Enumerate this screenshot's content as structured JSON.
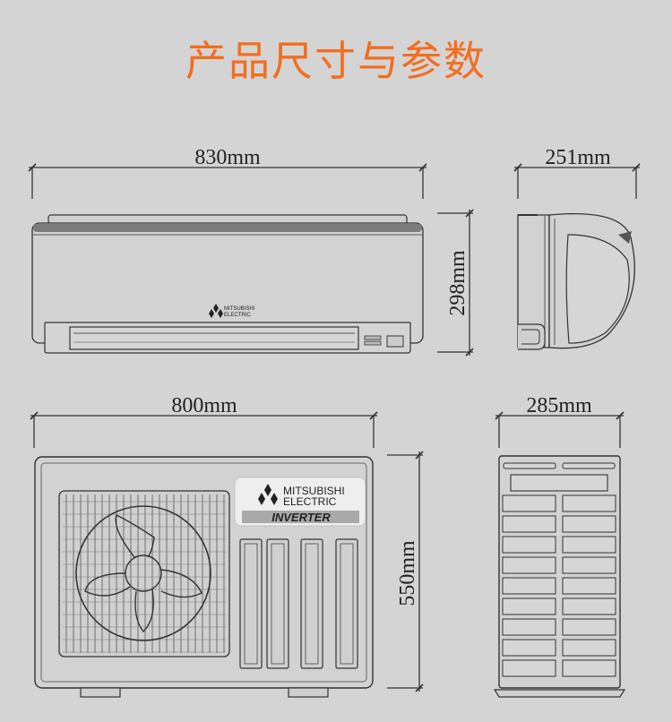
{
  "title": "产品尺寸与参数",
  "indoor_unit": {
    "width": "830mm",
    "depth": "251mm",
    "height": "298mm",
    "brand_line1": "MITSUBISHI",
    "brand_line2": "ELECTRIC"
  },
  "outdoor_unit": {
    "width": "800mm",
    "depth": "285mm",
    "height": "550mm",
    "brand_line1": "MITSUBISHI",
    "brand_line2": "ELECTRIC",
    "badge": "INVERTER"
  },
  "colors": {
    "title": "#f36d1e",
    "background": "#d4d4d4",
    "line": "#333333"
  }
}
